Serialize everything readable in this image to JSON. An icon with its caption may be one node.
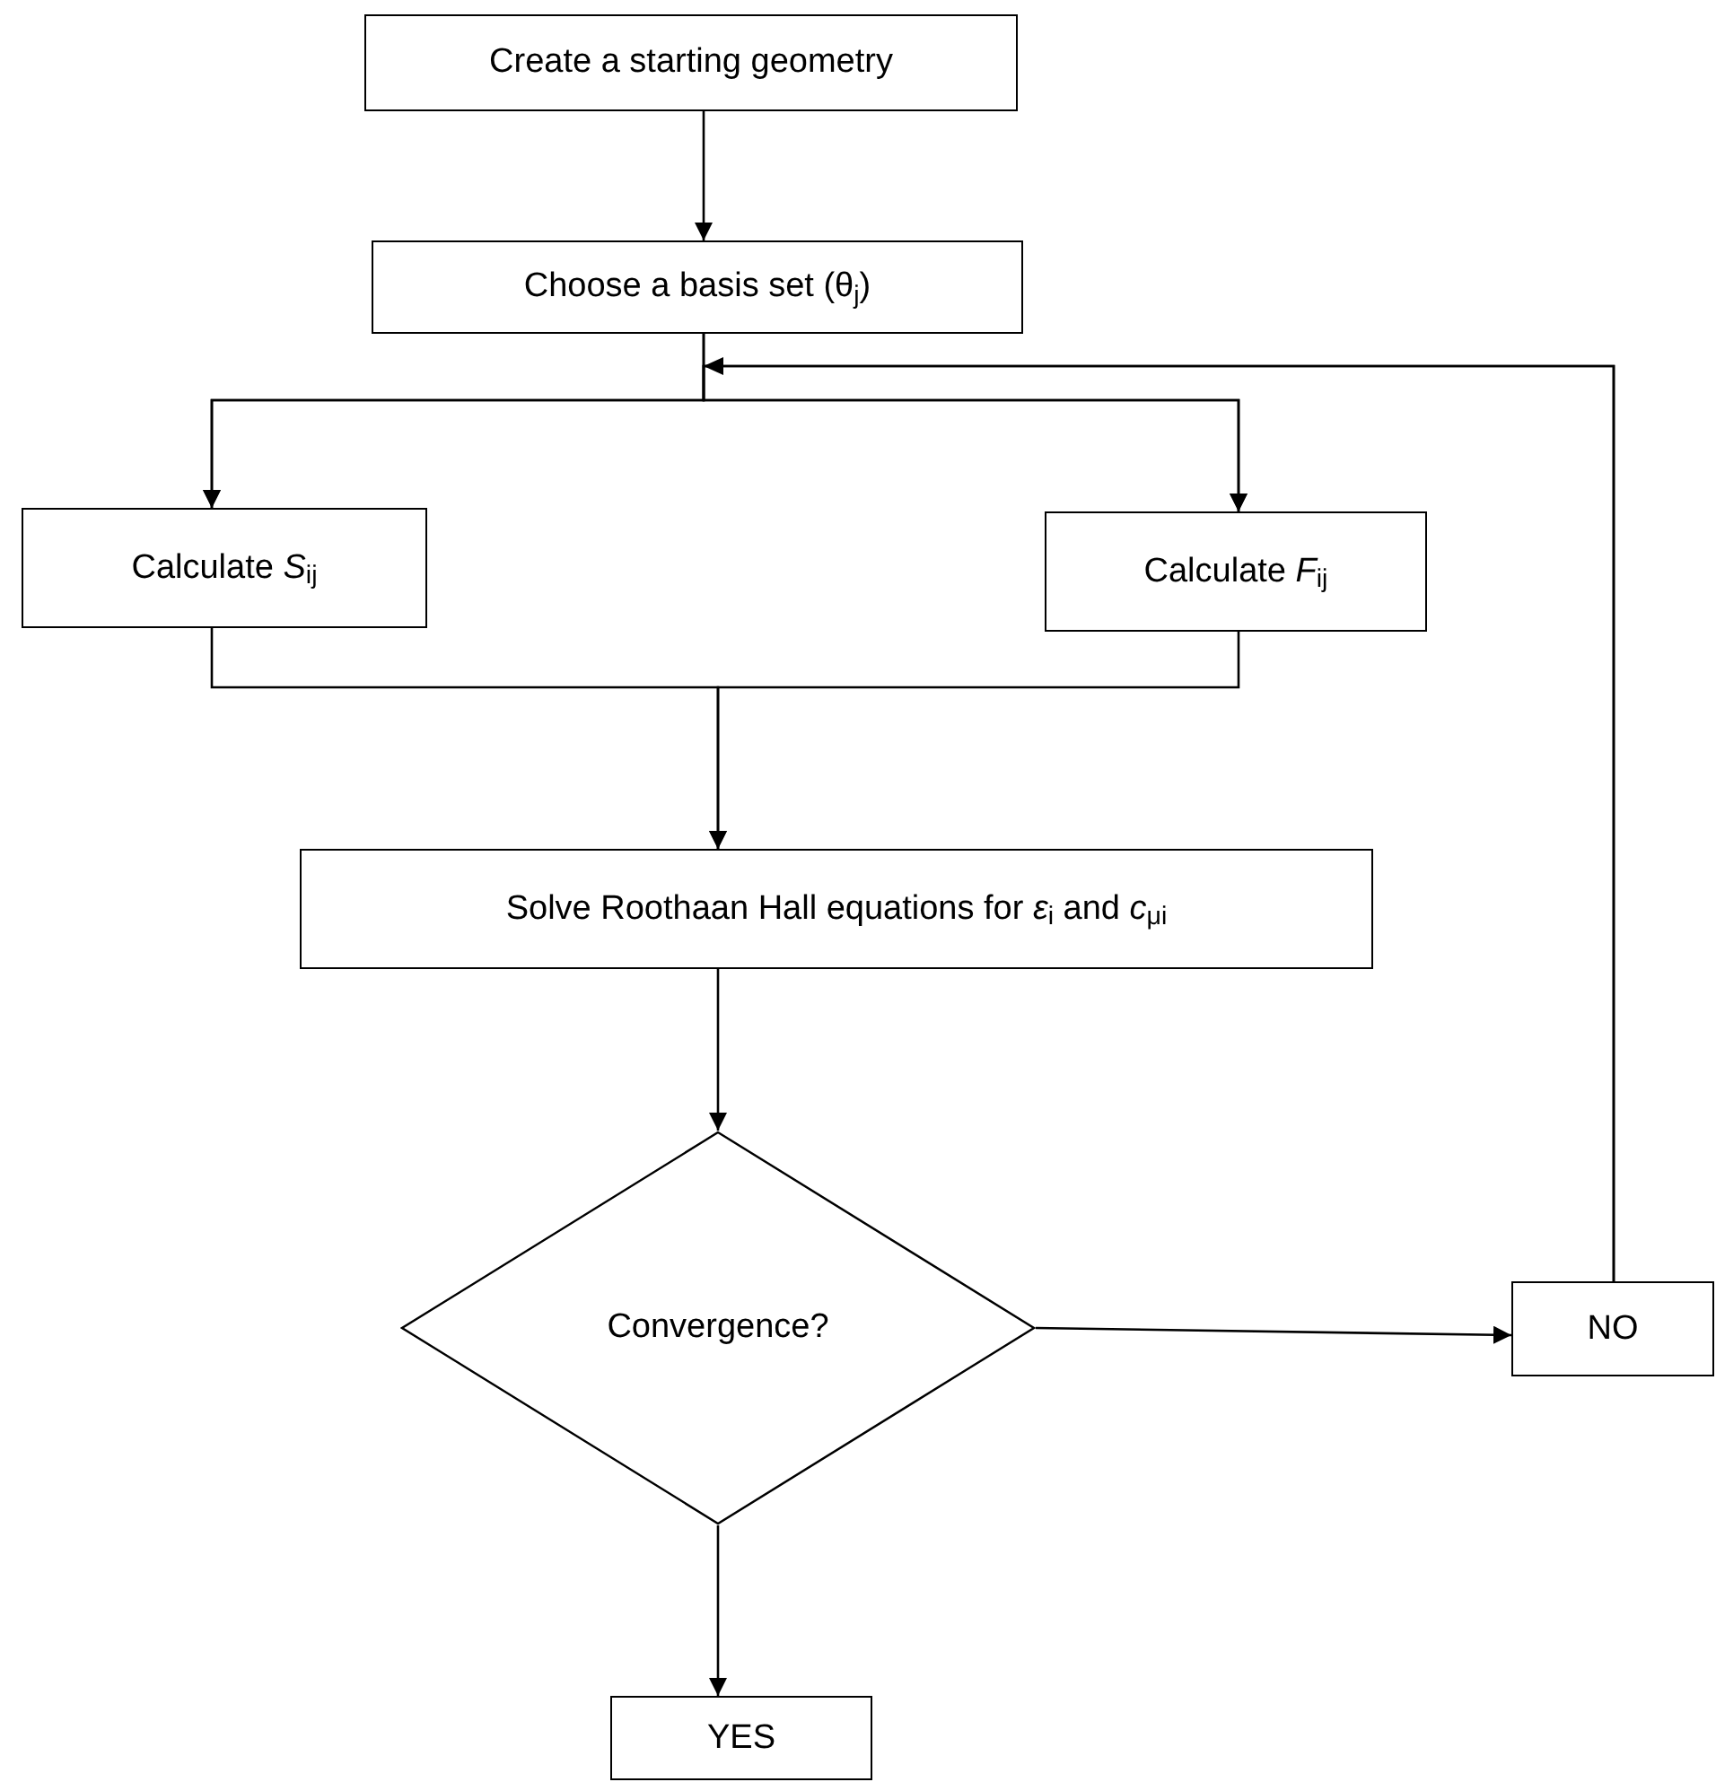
{
  "diagram": {
    "nodes": [
      {
        "text": [
          "Create a starting geometry"
        ]
      },
      {
        "text": [
          "Choose a basis set (θ$_{j}$)"
        ]
      },
      {
        "text": [
          "Calculate *S*$_{ij}$"
        ]
      },
      {
        "text": [
          "Calculate *F*$_{ij}$"
        ]
      },
      {
        "text": [
          "Solve Roothaan Hall equations for *ε*$_{i}$ and *c*$_{μi}$"
        ]
      },
      {
        "text": [
          "Convergence?"
        ]
      },
      {
        "text": [
          "NO"
        ]
      },
      {
        "text": [
          "YES"
        ]
      }
    ],
    "edges": [
      {
        "from": 0,
        "to": 1,
        "arrow": "to"
      },
      {
        "from": 1,
        "to": 2,
        "arrow": "to"
      },
      {
        "from": 1,
        "to": 3,
        "arrow": "to"
      },
      {
        "from": 2,
        "to": 4,
        "arrow": "to"
      },
      {
        "from": 3,
        "to": 4,
        "arrow": "to"
      },
      {
        "from": 4,
        "to": 5,
        "arrow": "to"
      },
      {
        "from": 5,
        "to": 6,
        "arrow": "to"
      },
      {
        "from": 5,
        "to": 7,
        "arrow": "to"
      },
      {
        "from": 6,
        "to": 2,
        "arrow": "to"
      },
      {
        "from": 6,
        "to": 3,
        "arrow": "to"
      }
    ]
  }
}
